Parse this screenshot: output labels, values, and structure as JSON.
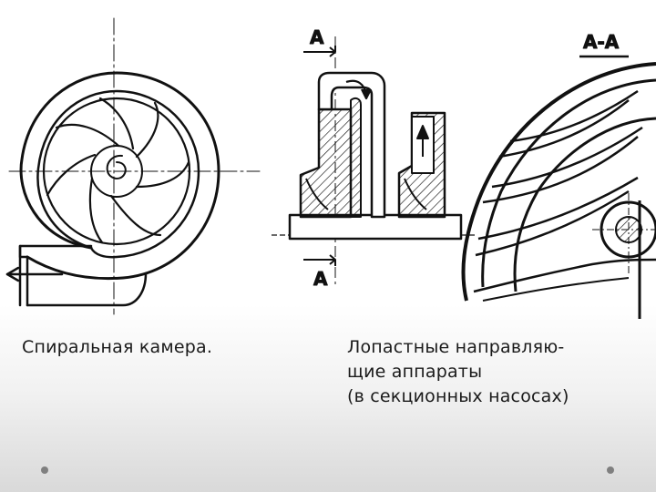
{
  "captions": {
    "spiral_chamber": "Спиральная камера.",
    "guide_vanes": {
      "line1": "Лопастные направляю-",
      "line2": "щие аппараты",
      "line3": "(в секционных насосах)"
    }
  },
  "drawing_labels": {
    "section_mark_top": "A",
    "section_mark_bottom": "A",
    "section_title": "A-A"
  },
  "icons": {
    "outlet_arrow": "arrow-left-icon",
    "flow_arrow_down": "arrow-down-icon",
    "flow_arrow_up": "arrow-up-icon"
  },
  "colors": {
    "ink": "#111111",
    "caption": "#1a1a1a",
    "bullet": "#7f7f7f"
  }
}
